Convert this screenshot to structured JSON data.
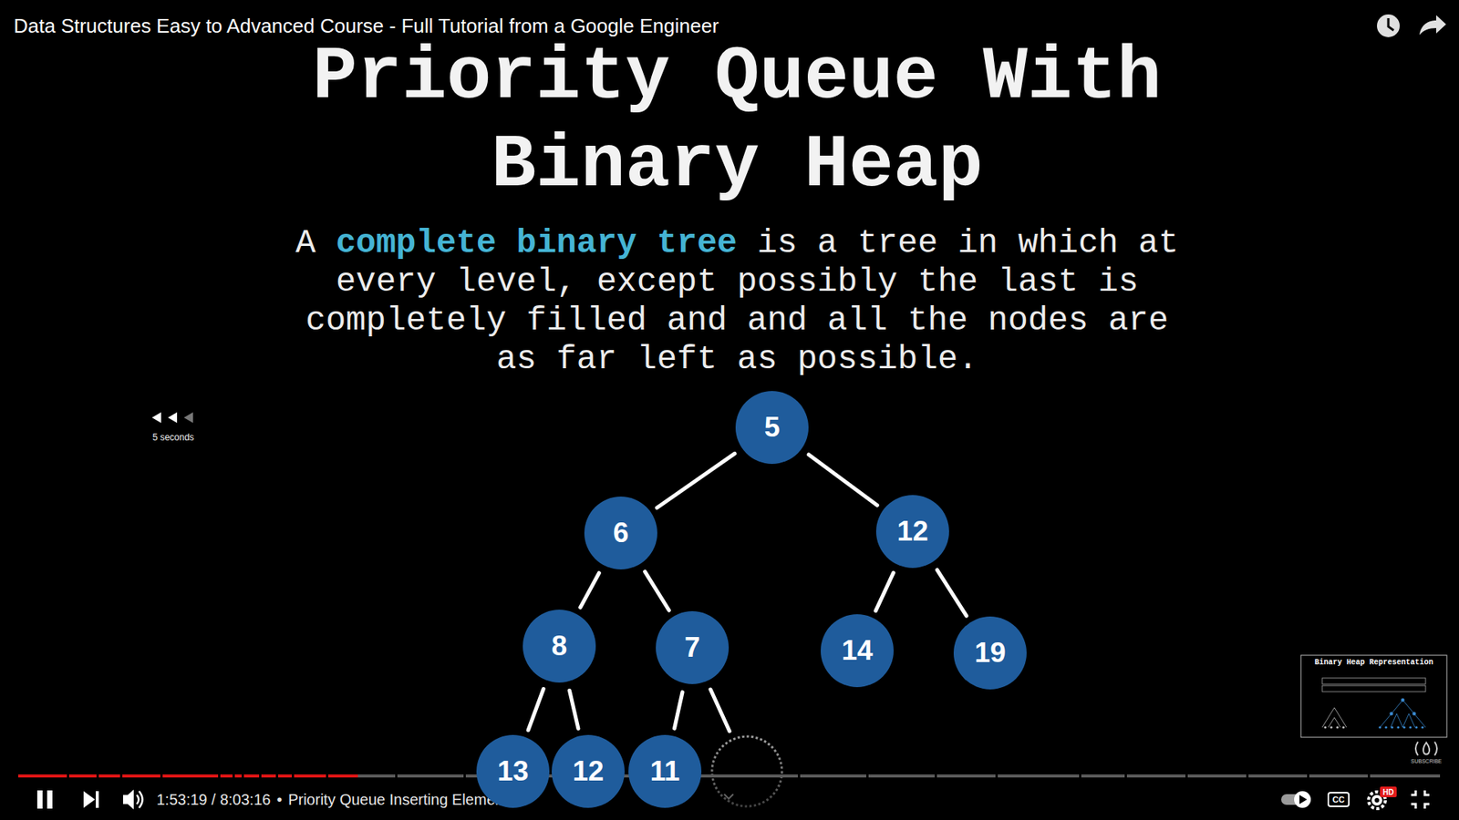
{
  "diagram": {
    "title": "Priority Queue With Binary Heap",
    "nodes": [
      {
        "text": [
          "5"
        ]
      },
      {
        "text": [
          "6"
        ]
      },
      {
        "text": [
          "12"
        ]
      },
      {
        "text": [
          "8"
        ]
      },
      {
        "text": [
          "7"
        ]
      },
      {
        "text": [
          "14"
        ]
      },
      {
        "text": [
          "19"
        ]
      },
      {
        "text": [
          "13"
        ]
      },
      {
        "text": [
          "12"
        ]
      },
      {
        "text": [
          "11"
        ]
      }
    ],
    "edges": [
      {
        "from": 0,
        "to": 1,
        "arrow": "none"
      },
      {
        "from": 0,
        "to": 2,
        "arrow": "none"
      },
      {
        "from": 1,
        "to": 3,
        "arrow": "none"
      },
      {
        "from": 1,
        "to": 4,
        "arrow": "none"
      },
      {
        "from": 2,
        "to": 5,
        "arrow": "none"
      },
      {
        "from": 2,
        "to": 6,
        "arrow": "none"
      },
      {
        "from": 3,
        "to": 7,
        "arrow": "none"
      },
      {
        "from": 3,
        "to": 8,
        "arrow": "none"
      },
      {
        "from": 4,
        "to": 9,
        "arrow": "none"
      }
    ],
    "labels": [
      "Data Structures Easy to Advanced Course - Full Tutorial from a Google Engineer",
      "A",
      "complete binary tree",
      "is a tree in which at every level, except possibly the last is completely filled and and all the nodes are as far left as possible.",
      "5 seconds",
      "1:53:19 / 8:03:16",
      "•",
      "Priority Queue Inserting Elements",
      "CC",
      "HD",
      "Binary Heap Representation",
      "SUBSCRIBE"
    ]
  }
}
